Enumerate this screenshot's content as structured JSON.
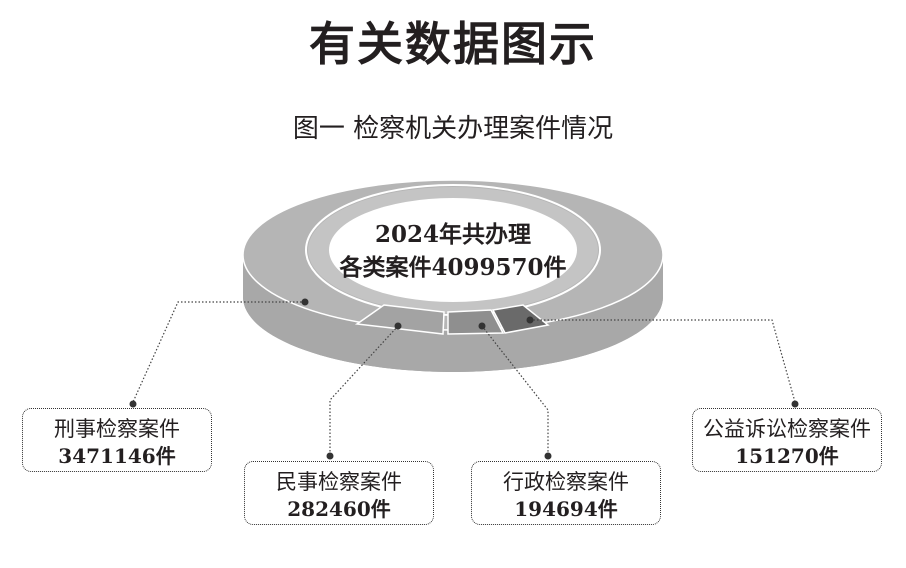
{
  "title": "有关数据图示",
  "subtitle": "图一  检察机关办理案件情况",
  "total": {
    "line1": "2024年共办理",
    "line2": "各类案件4099570件",
    "value": 4099570
  },
  "chart_data": {
    "type": "pie",
    "title": "图一  检察机关办理案件情况",
    "categories": [
      "刑事检察案件",
      "民事检察案件",
      "行政检察案件",
      "公益诉讼检察案件"
    ],
    "values": [
      3471146,
      282460,
      194694,
      151270
    ],
    "unit": "件",
    "labels": [
      {
        "name": "刑事检察案件",
        "value": "3471146件"
      },
      {
        "name": "民事检察案件",
        "value": "282460件"
      },
      {
        "name": "行政检察案件",
        "value": "194694件"
      },
      {
        "name": "公益诉讼检察案件",
        "value": "151270件"
      }
    ],
    "colors": [
      "#b3b3b3",
      "#a3a3a3",
      "#8f8f8f",
      "#6a6a6a"
    ]
  }
}
